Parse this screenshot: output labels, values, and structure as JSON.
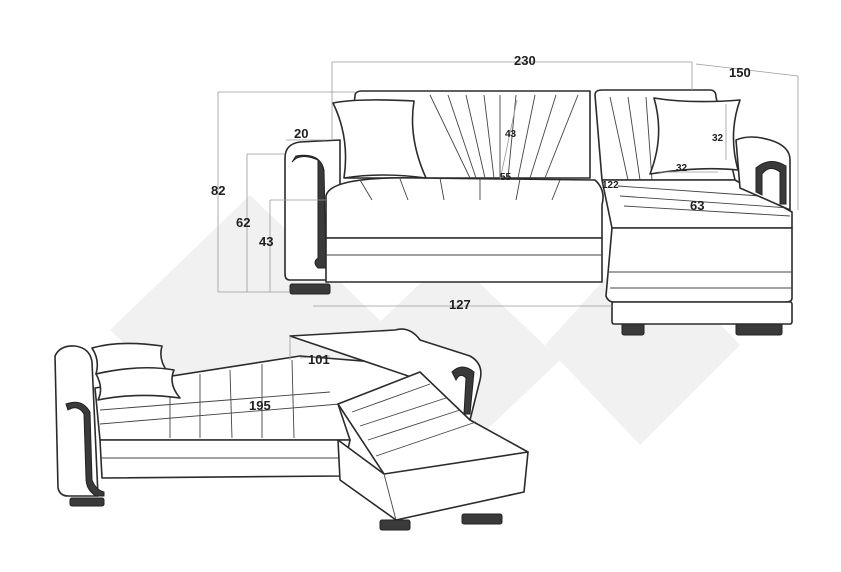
{
  "colors": {
    "outline": "#2b2b2b",
    "dimension_line": "#9a9a9a",
    "watermark": "#f1f1f1",
    "label": "#1e1e1e"
  },
  "views": {
    "front": {
      "total_width": "230",
      "chaise_depth": "150",
      "total_height": "82",
      "arm_height": "62",
      "seat_height": "43",
      "arm_width": "20",
      "back_cushion_height": "43",
      "seat_depth": "55",
      "chaise_length": "122",
      "pillow_width": "32",
      "pillow_height": "32",
      "chaise_width": "63",
      "sofa_depth": "127"
    },
    "bed": {
      "bed_width": "195",
      "bed_depth": "101"
    }
  }
}
